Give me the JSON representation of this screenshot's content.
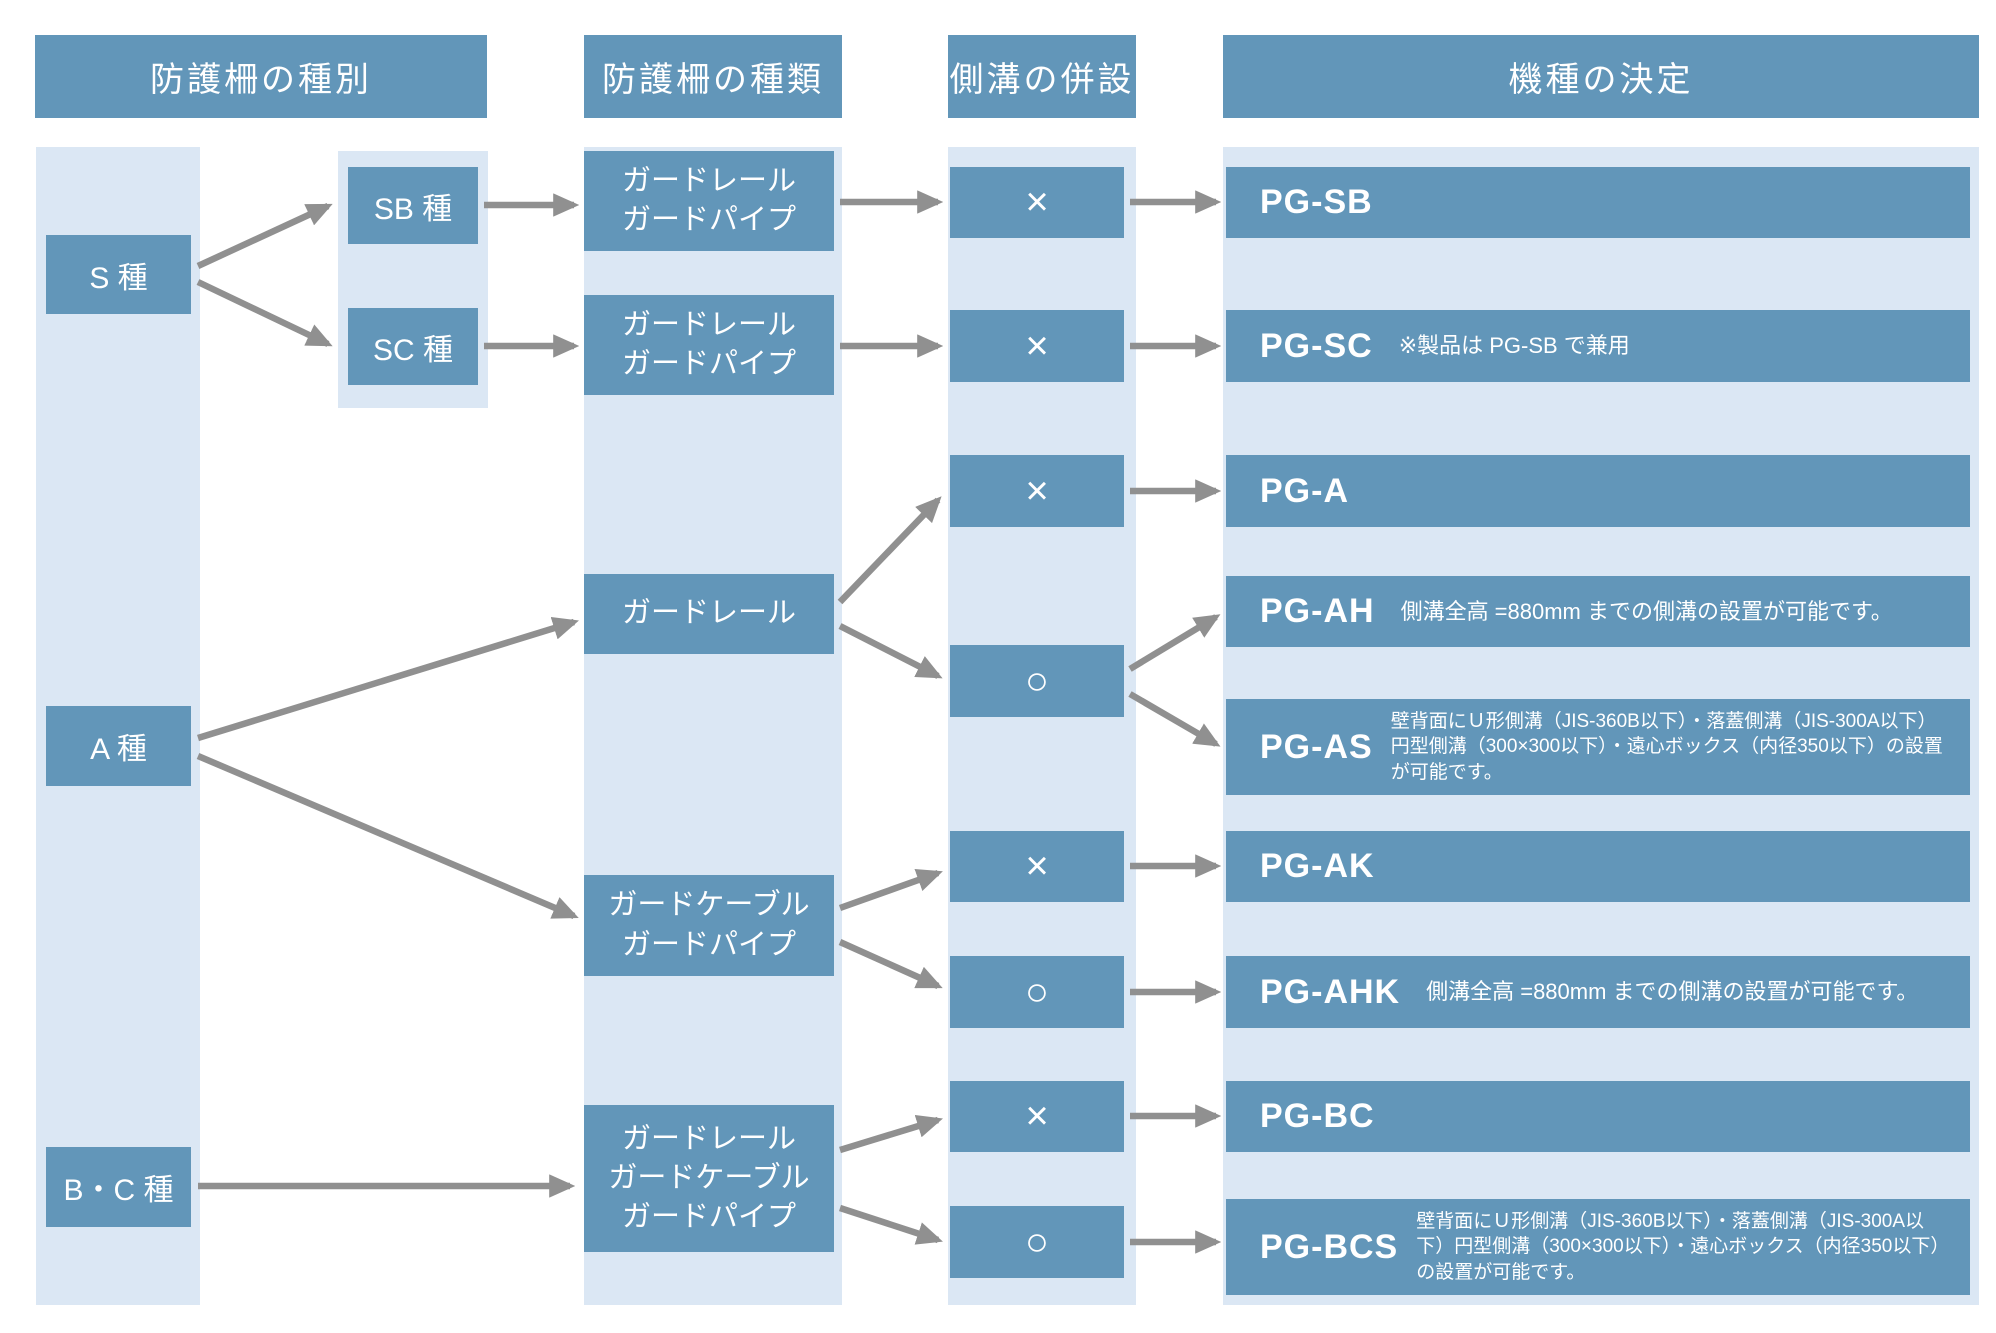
{
  "colors": {
    "accent": "#6296b9",
    "strip": "#dbe7f4",
    "arrow": "#909090",
    "text_on_accent": "#ffffff"
  },
  "headers": {
    "type": "防護柵の種別",
    "kind": "防護柵の種類",
    "gutter": "側溝の併設",
    "model": "機種の決定"
  },
  "types": {
    "s": "S 種",
    "sb": "SB 種",
    "sc": "SC 種",
    "a": "A 種",
    "bc": "B・C 種"
  },
  "kinds": {
    "sb": "ガードレール\nガードパイプ",
    "sc": "ガードレール\nガードパイプ",
    "a_rail": "ガードレール",
    "a_cable": "ガードケーブル\nガードパイプ",
    "bc": "ガードレール\nガードケーブル\nガードパイプ"
  },
  "gutter_marks": {
    "no": "×",
    "yes": "○"
  },
  "models": {
    "pg_sb": {
      "code": "PG-SB",
      "note": ""
    },
    "pg_sc": {
      "code": "PG-SC",
      "note": "※製品は PG-SB で兼用"
    },
    "pg_a": {
      "code": "PG-A",
      "note": ""
    },
    "pg_ah": {
      "code": "PG-AH",
      "note": "側溝全高 =880mm までの側溝の設置が可能です。"
    },
    "pg_as": {
      "code": "PG-AS",
      "note": "壁背面にＵ形側溝（JIS-360B以下）・落蓋側溝（JIS-300A以下）円型側溝（300×300以下）・遠心ボックス（内径350以下）の設置が可能です。"
    },
    "pg_ak": {
      "code": "PG-AK",
      "note": ""
    },
    "pg_ahk": {
      "code": "PG-AHK",
      "note": "側溝全高 =880mm までの側溝の設置が可能です。"
    },
    "pg_bc": {
      "code": "PG-BC",
      "note": ""
    },
    "pg_bcs": {
      "code": "PG-BCS",
      "note": "壁背面にＵ形側溝（JIS-360B以下）・落蓋側溝（JIS-300A以下）円型側溝（300×300以下）・遠心ボックス（内径350以下）の設置が可能です。"
    }
  }
}
